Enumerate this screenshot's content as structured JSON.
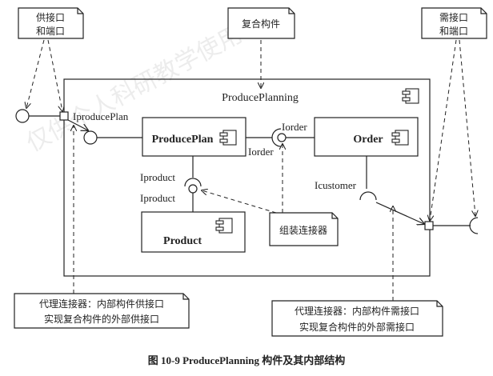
{
  "diagram": {
    "composite": {
      "name": "ProducePlanning"
    },
    "components": [
      {
        "name": "ProducePlan"
      },
      {
        "name": "Order"
      },
      {
        "name": "Product"
      }
    ],
    "interfaces": {
      "iproduceplan": "IproducePlan",
      "iorder_provided": "Iorder",
      "iorder_required": "Iorder",
      "iproduct_required": "Iproduct",
      "iproduct_provided": "Iproduct",
      "icustomer": "Icustomer"
    },
    "notes": {
      "provided_port": [
        "供接口",
        "和端口"
      ],
      "composite": "复合构件",
      "required_port": [
        "需接口",
        "和端口"
      ],
      "assembly": "组装连接器",
      "delegation_provided": [
        "代理连接器：内部构件供接口",
        "实现复合构件的外部供接口"
      ],
      "delegation_required": [
        "代理连接器：内部构件需接口",
        "实现复合构件的外部需接口"
      ]
    },
    "caption": "图 10-9    ProducePlanning 构件及其内部结构",
    "watermark": "仅供个人科研教学使用！"
  }
}
